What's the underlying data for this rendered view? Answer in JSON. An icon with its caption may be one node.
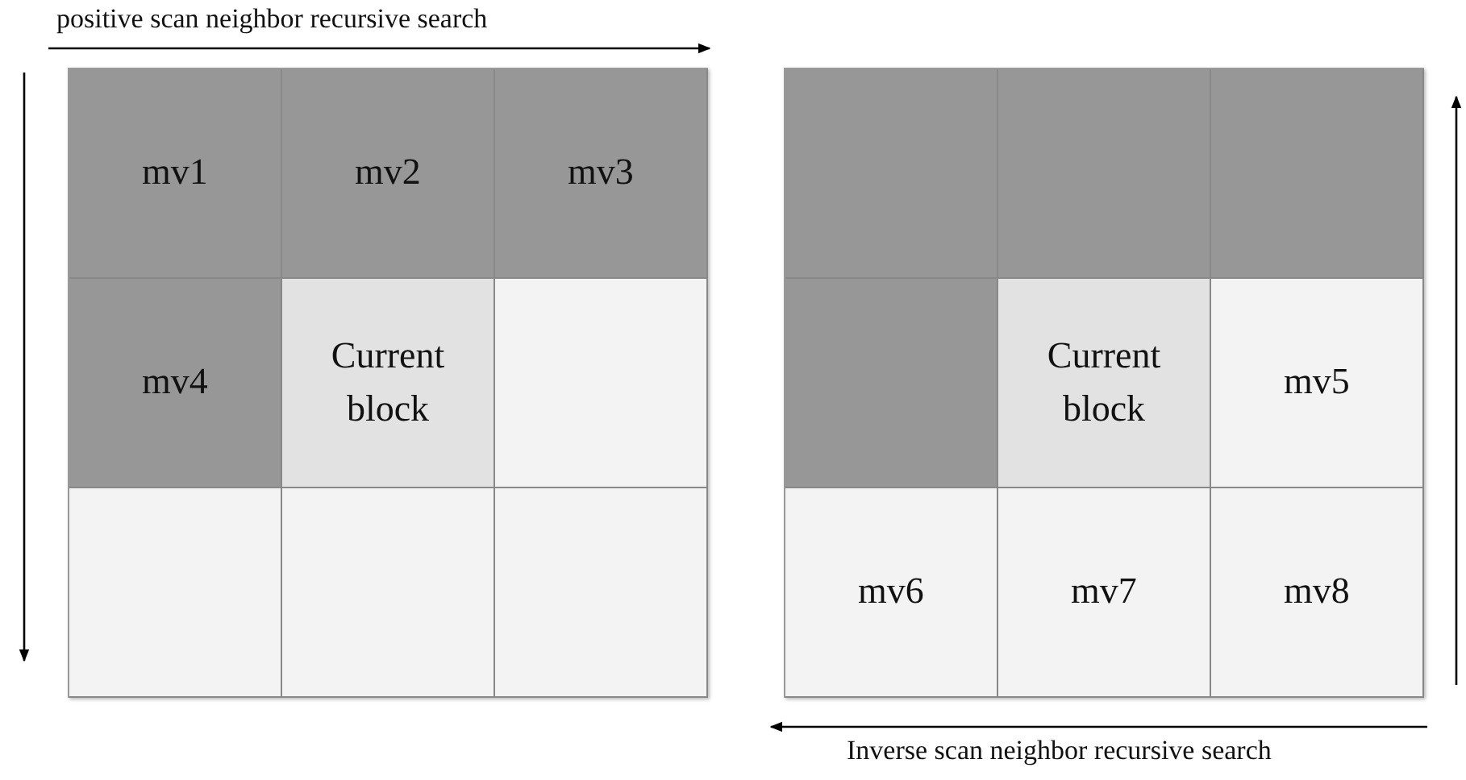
{
  "diagram": {
    "nodes": [
      {
        "text": [],
        "shape": "box"
      },
      {
        "text": [
          "mv1"
        ],
        "in": 0
      },
      {
        "text": [
          "mv2"
        ],
        "in": 0
      },
      {
        "text": [
          "mv3"
        ],
        "in": 0
      },
      {
        "text": [
          "mv4"
        ],
        "in": 0
      },
      {
        "text": [
          "Current block"
        ],
        "in": 0
      },
      {
        "text": [],
        "shape": "box",
        "in": 0
      },
      {
        "text": [],
        "shape": "box",
        "in": 0
      },
      {
        "text": [],
        "shape": "box",
        "in": 0
      },
      {
        "text": [],
        "shape": "box",
        "in": 0
      },
      {
        "text": [],
        "shape": "box"
      },
      {
        "text": [],
        "shape": "box",
        "in": 10
      },
      {
        "text": [],
        "shape": "box",
        "in": 10
      },
      {
        "text": [],
        "shape": "box",
        "in": 10
      },
      {
        "text": [],
        "shape": "box",
        "in": 10
      },
      {
        "text": [
          "Current block"
        ],
        "in": 10
      },
      {
        "text": [
          "mv5"
        ],
        "in": 10
      },
      {
        "text": [
          "mv6"
        ],
        "in": 10
      },
      {
        "text": [
          "mv7"
        ],
        "in": 10
      },
      {
        "text": [
          "mv8"
        ],
        "in": 10
      }
    ],
    "labels": [
      "positive scan neighbor recursive search",
      "Inverse scan neighbor recursive search"
    ]
  }
}
